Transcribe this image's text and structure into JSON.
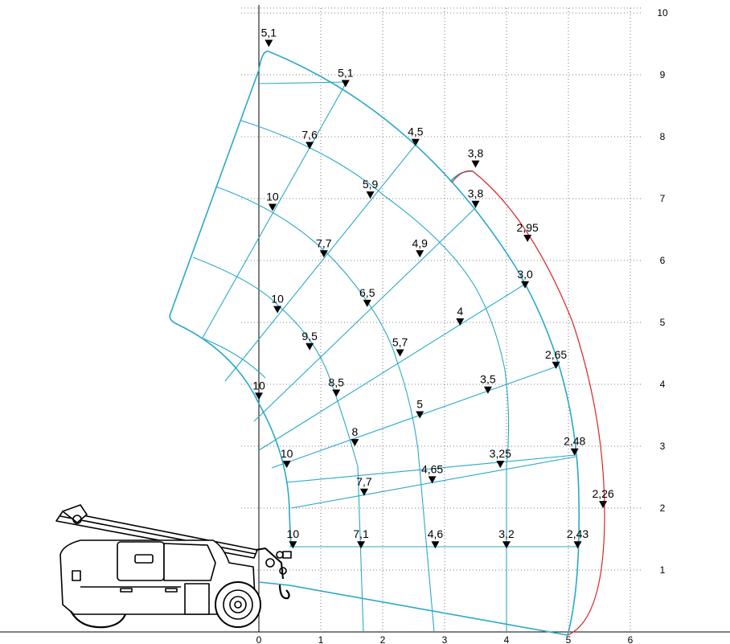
{
  "chart_data": {
    "type": "diagram",
    "x_ticks": [
      "0",
      "1",
      "2",
      "3",
      "4",
      "5",
      "6"
    ],
    "y_ticks": [
      "1",
      "2",
      "3",
      "4",
      "5",
      "6",
      "7",
      "8",
      "9",
      "10"
    ],
    "xlim": [
      -4.2,
      7.5
    ],
    "ylim": [
      0,
      10
    ],
    "grid": true,
    "colors": {
      "envelope": "#2aa8c8",
      "extended_envelope": "#d9242b",
      "axis": "#000000",
      "grid": "#555555"
    },
    "load_points": [
      {
        "label": "5,1",
        "x": 0.16,
        "y": 9.5
      },
      {
        "label": "5,1",
        "x": 1.4,
        "y": 8.85
      },
      {
        "label": "7,6",
        "x": 0.82,
        "y": 7.85
      },
      {
        "label": "4,5",
        "x": 2.53,
        "y": 7.9
      },
      {
        "label": "3,8",
        "x": 3.5,
        "y": 7.55
      },
      {
        "label": "10",
        "x": 0.22,
        "y": 6.85
      },
      {
        "label": "5,9",
        "x": 1.8,
        "y": 7.05
      },
      {
        "label": "3,8",
        "x": 3.5,
        "y": 6.9
      },
      {
        "label": "2,95",
        "x": 4.34,
        "y": 6.35
      },
      {
        "label": "7,7",
        "x": 1.05,
        "y": 6.1
      },
      {
        "label": "4,9",
        "x": 2.6,
        "y": 6.1
      },
      {
        "label": "3,0",
        "x": 4.3,
        "y": 5.6
      },
      {
        "label": "10",
        "x": 0.3,
        "y": 5.2
      },
      {
        "label": "6,5",
        "x": 1.75,
        "y": 5.3
      },
      {
        "label": "4",
        "x": 3.25,
        "y": 5.0
      },
      {
        "label": "9,5",
        "x": 0.82,
        "y": 4.6
      },
      {
        "label": "5,7",
        "x": 2.28,
        "y": 4.5
      },
      {
        "label": "2,65",
        "x": 4.8,
        "y": 4.3
      },
      {
        "label": "10",
        "x": 0.0,
        "y": 3.8
      },
      {
        "label": "8,5",
        "x": 1.25,
        "y": 3.85
      },
      {
        "label": "3,5",
        "x": 3.7,
        "y": 3.9
      },
      {
        "label": "5",
        "x": 2.6,
        "y": 3.5
      },
      {
        "label": "8",
        "x": 1.55,
        "y": 3.05
      },
      {
        "label": "10",
        "x": 0.45,
        "y": 2.7
      },
      {
        "label": "2,48",
        "x": 5.1,
        "y": 2.9
      },
      {
        "label": "4,65",
        "x": 2.8,
        "y": 2.45
      },
      {
        "label": "3,25",
        "x": 3.9,
        "y": 2.7
      },
      {
        "label": "7,7",
        "x": 1.7,
        "y": 2.25
      },
      {
        "label": "2,26",
        "x": 5.56,
        "y": 2.05
      },
      {
        "label": "10",
        "x": 0.55,
        "y": 1.4
      },
      {
        "label": "7,1",
        "x": 1.65,
        "y": 1.4
      },
      {
        "label": "4,6",
        "x": 2.85,
        "y": 1.4
      },
      {
        "label": "3,2",
        "x": 4.0,
        "y": 1.4
      },
      {
        "label": "2,43",
        "x": 5.15,
        "y": 1.4
      }
    ]
  }
}
